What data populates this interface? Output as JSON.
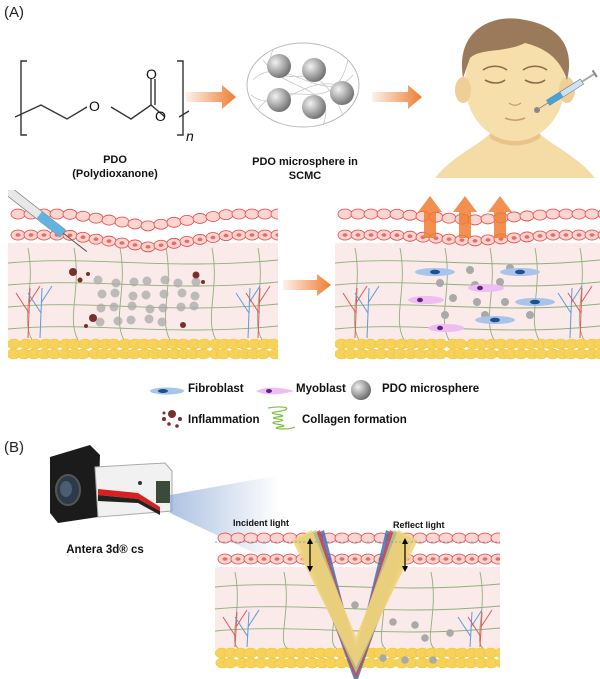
{
  "panels": {
    "a": {
      "label": "(A)",
      "chem": {
        "name": "PDO",
        "fullname": "(Polydioxanone)",
        "repeat_subscript": "n",
        "carbonyl_o": "O",
        "ether_o": "O",
        "ester_o": "O"
      },
      "microsphere_caption_line1": "PDO microsphere in",
      "microsphere_caption_line2": "SCMC",
      "face_step": "injection into face",
      "skin_before": "skin cross-section with injected PDO microspheres and inflammation",
      "skin_after": "skin cross-section with fibroblasts, myoblasts and collagen formation"
    },
    "b": {
      "label": "(B)",
      "device_name": "Antera 3d® cs",
      "incident_label": "Incident light",
      "reflect_label": "Reflect light"
    }
  },
  "legend": {
    "fibroblast": "Fibroblast",
    "myoblast": "Myoblast",
    "microsphere": "PDO microsphere",
    "inflammation": "Inflammation",
    "collagen": "Collagen formation"
  },
  "colors": {
    "arrow_orange": "#ee7d31",
    "epidermis_red": "#e8474a",
    "dermis_pink": "#fbeaea",
    "fat_yellow": "#f6d25a",
    "fibroblast_blue": "#3e6fb8",
    "myoblast_purple": "#d79be0",
    "collagen_green": "#8cc63f",
    "inflammation_brown": "#7a2f2f",
    "microsphere_gray": "#a9a9a9"
  }
}
